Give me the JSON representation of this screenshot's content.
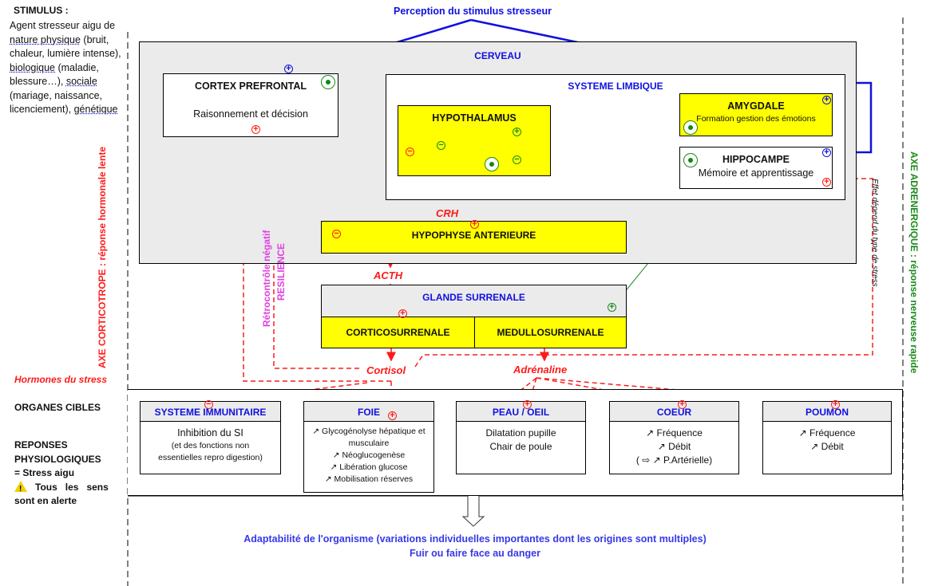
{
  "stimulus": {
    "title": "STIMULUS :",
    "parts": [
      "Agent stresseur aigu de ",
      "nature physique",
      " (bruit, chaleur, lumière intense), ",
      "biologique",
      " (maladie, blessure…), ",
      "sociale ",
      "(mariage, naissance, licenciement), ",
      "génétique"
    ]
  },
  "perception_label": "Perception du stimulus stresseur",
  "axes": {
    "left": "AXE CORTICOTROPE : réponse  hormonale lente",
    "right": "AXE ADRENERGIQUE : réponse nerveuse rapide",
    "effet": "Effet dépend du type de stress",
    "retro": "Rétrocontrôle négatif",
    "resilience": "RESILIENCE"
  },
  "cerveau": {
    "title": "CERVEAU",
    "cortex": {
      "title": "CORTEX PREFRONTAL",
      "sub": "Raisonnement et décision"
    },
    "limbique": {
      "title": "SYSTEME LIMBIQUE",
      "hypothalamus": "HYPOTHALAMUS",
      "amygdale": {
        "title": "AMYGDALE",
        "sub": "Formation gestion des émotions"
      },
      "hippocampe": {
        "title": "HIPPOCAMPE",
        "sub": "Mémoire et apprentissage"
      }
    },
    "hypophyse": "HYPOPHYSE ANTERIEURE"
  },
  "hormones": {
    "crh": "CRH",
    "acth": "ACTH",
    "cortisol": "Cortisol",
    "adrenaline": "Adrénaline"
  },
  "glande": {
    "title": "GLANDE SURRENALE",
    "cortico": "CORTICOSURRENALE",
    "medullo": "MEDULLOSURRENALE"
  },
  "left_labels": {
    "hormones": "Hormones du stress",
    "organes": "ORGANES CIBLES",
    "reponses1": "REPONSES",
    "reponses2": "PHYSIOLOGIQUES",
    "stress": "= Stress aigu",
    "warn1": "Tous   les   sens",
    "warn2": "sont en alerte"
  },
  "organs": [
    {
      "title": "SYSTEME IMMUNITAIRE",
      "lines": [
        "Inhibition du SI"
      ],
      "small": [
        "(et des fonctions non",
        "essentielles repro digestion)"
      ]
    },
    {
      "title": "FOIE",
      "lines": [
        "↗ Glycogénolyse hépatique et",
        "musculaire",
        "↗ Néoglucogenèse",
        "↗ Libération glucose",
        "↗ Mobilisation réserves"
      ]
    },
    {
      "title": "PEAU / OEIL",
      "lines": [
        "Dilatation pupille",
        "Chair de poule"
      ]
    },
    {
      "title": "COEUR",
      "lines": [
        "↗ Fréquence",
        "↗ Débit",
        "( ⇨ ↗ P.Artérielle)"
      ]
    },
    {
      "title": "POUMON",
      "lines": [
        "↗ Fréquence",
        "↗ Débit"
      ]
    }
  ],
  "conclusion": {
    "line1": "Adaptabilité de l'organisme (variations individuelles importantes dont les origines sont multiples)",
    "line2": "Fuir ou faire face au danger"
  },
  "colors": {
    "stimulation": "#1010e0",
    "hormonal": "#ff1a1a",
    "nervous": "#1a8a1a",
    "feedback": "#e040e0",
    "highlight": "#ffff00"
  }
}
